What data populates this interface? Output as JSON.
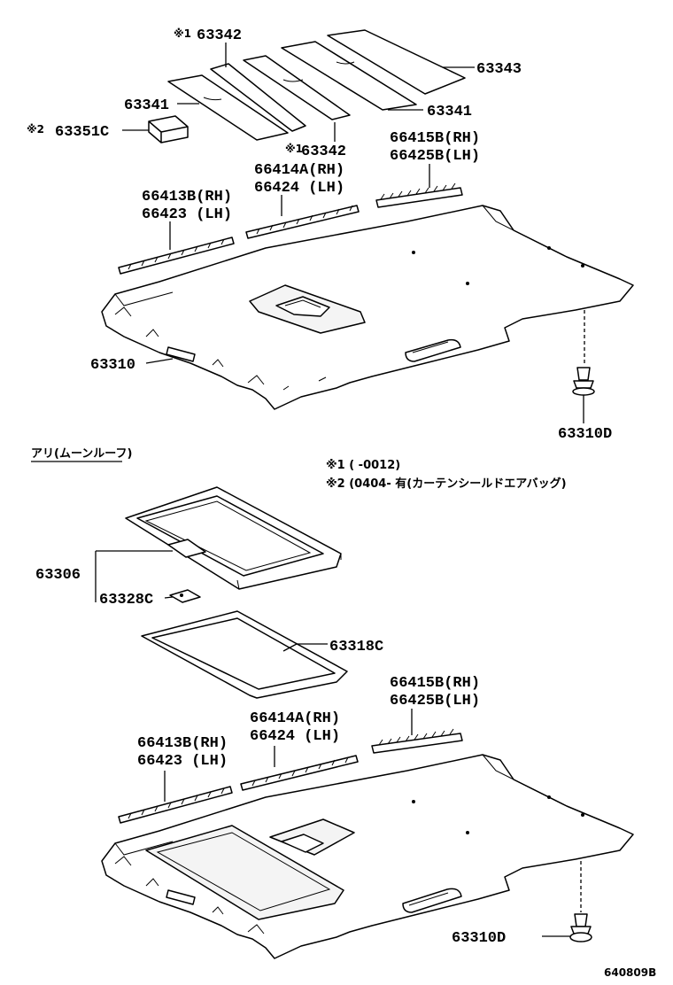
{
  "diagram": {
    "labels": {
      "l_63342_top": "63342",
      "l_63342_top_mark": "※1",
      "l_63343": "63343",
      "l_63341_left": "63341",
      "l_63341_right": "63341",
      "l_63351c": "63351C",
      "l_63351c_mark": "※2",
      "l_63342_bot": "63342",
      "l_63342_bot_mark": "※1",
      "l_66415b_rh_1": "66415B(RH)",
      "l_66425b_lh_1": "66425B(LH)",
      "l_66414a_rh_1": "66414A(RH)",
      "l_66424_lh_1": "66424  (LH)",
      "l_66413b_rh_1": "66413B(RH)",
      "l_66423_lh_1": "66423  (LH)",
      "l_63310": "63310",
      "l_63310d_1": "63310D",
      "l_section_title": "アリ(ムーンルーフ)",
      "l_note1": "※1  (       -0012)",
      "l_note2": "※2  (0404-       有(カーテンシールドエアバッグ)",
      "l_63306": "63306",
      "l_63328c": "63328C",
      "l_63318c": "63318C",
      "l_66415b_rh_2": "66415B(RH)",
      "l_66425b_lh_2": "66425B(LH)",
      "l_66414a_rh_2": "66414A(RH)",
      "l_66424_lh_2": "66424  (LH)",
      "l_66413b_rh_2": "66413B(RH)",
      "l_66423_lh_2": "66423  (LH)",
      "l_63310d_2": "63310D",
      "l_figure_code": "640809B"
    }
  }
}
